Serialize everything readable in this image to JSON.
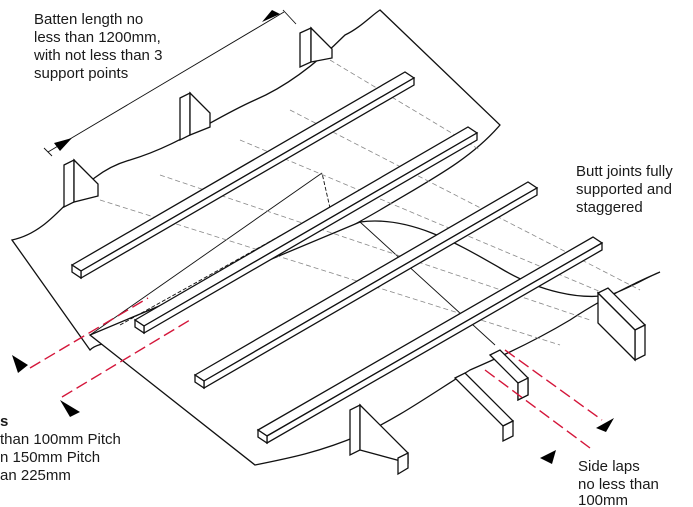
{
  "labels": {
    "batten_length": [
      "Batten length no",
      "less than 1200mm,",
      "with not less than 3",
      "support points"
    ],
    "butt_joints": [
      "Butt joints fully",
      "supported and",
      "staggered"
    ],
    "end_laps": [
      "s",
      "than 100mm Pitch",
      "n 150mm Pitch",
      "an 225mm"
    ],
    "side_laps": [
      "Side laps",
      "no less than",
      "100mm"
    ]
  },
  "colors": {
    "line": "#111111",
    "dimension": "#d4163a",
    "hidden": "#888888"
  },
  "icons": [
    "arrowhead-icon"
  ]
}
